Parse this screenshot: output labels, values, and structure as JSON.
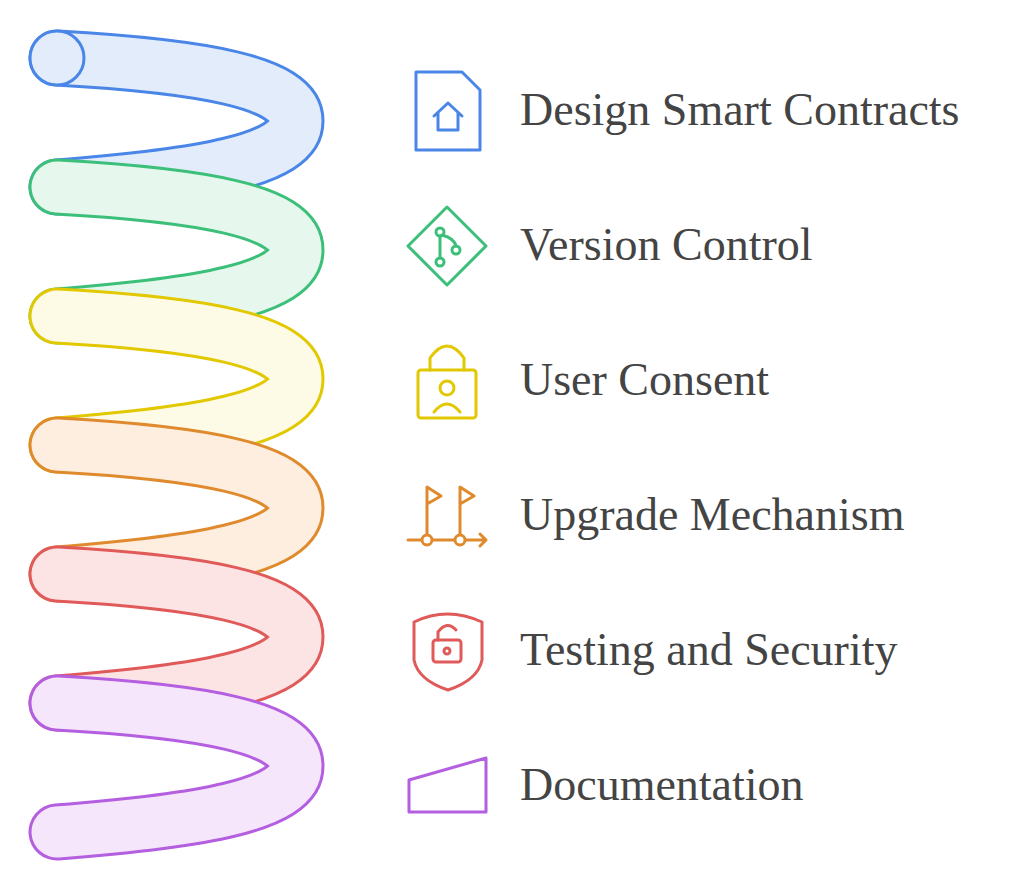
{
  "diagram": {
    "labels": [
      "Design Smart Contracts",
      "Version Control",
      "User Consent",
      "Upgrade Mechanism",
      "Testing and Security",
      "Documentation"
    ]
  }
}
